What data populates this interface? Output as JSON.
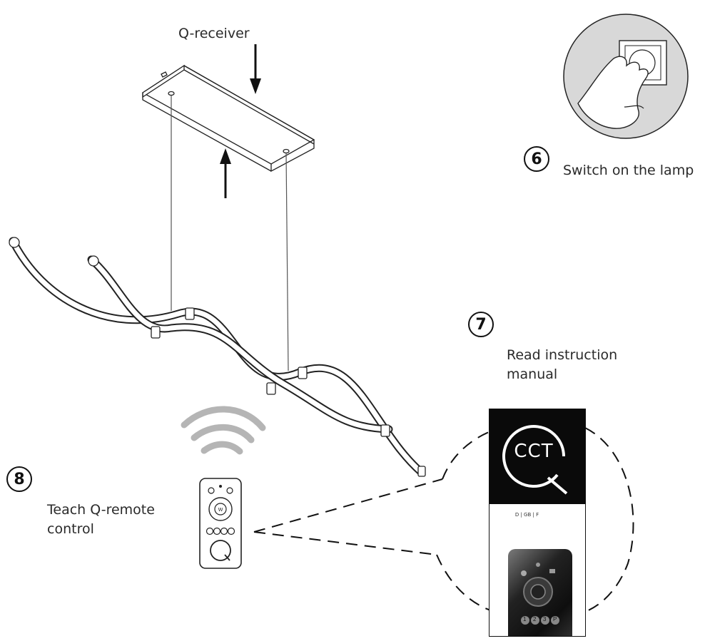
{
  "labels": {
    "q_receiver": "Q-receiver",
    "switch_on": "Switch on the lamp",
    "read_manual_line1": "Read instruction",
    "read_manual_line2": "manual",
    "teach_line1": "Teach Q-remote",
    "teach_line2": "control"
  },
  "steps": {
    "six": "6",
    "seven": "7",
    "eight": "8"
  },
  "manual": {
    "logo": "CCT",
    "languages": "D | GB | F"
  },
  "remote": {
    "center_button": "W",
    "row_buttons": [
      "1",
      "2",
      "3",
      "P"
    ]
  },
  "colors": {
    "ink": "#111111",
    "panel_dark": "#0a0a0a",
    "gray_circle": "#d6d6d6"
  }
}
